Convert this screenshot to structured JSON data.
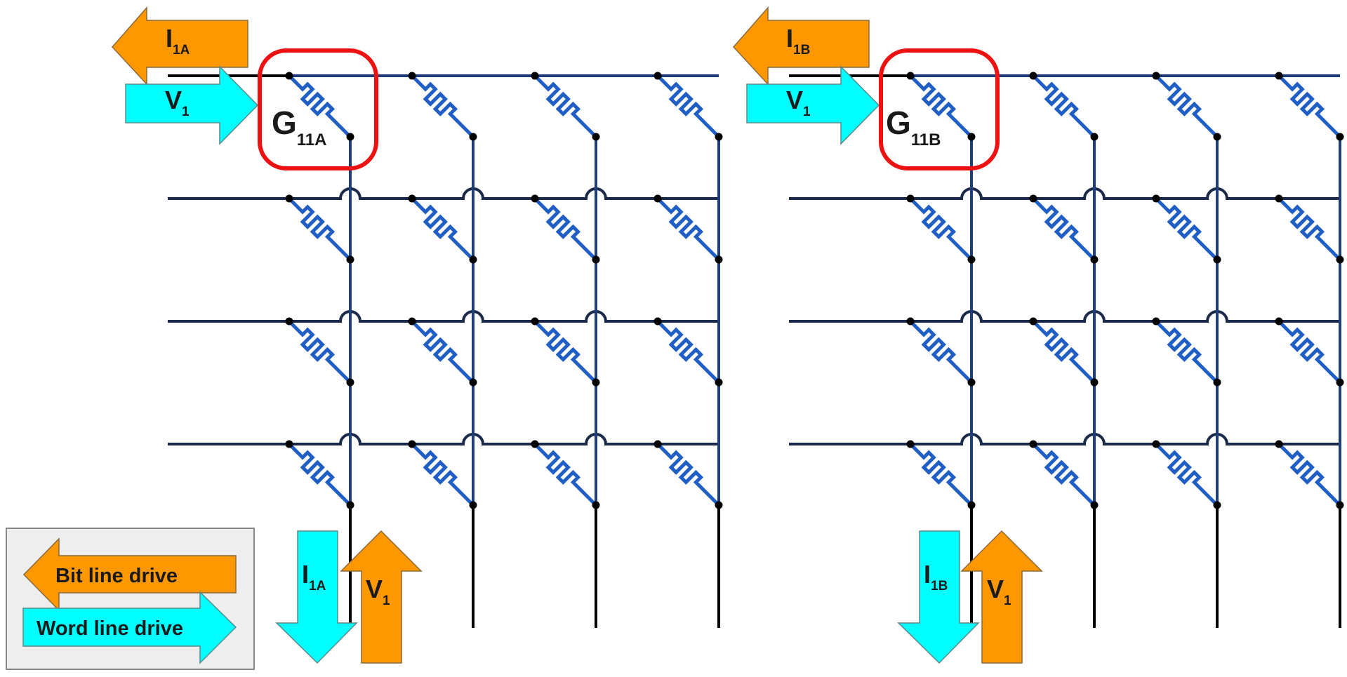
{
  "colors": {
    "word_line": "#000000",
    "bit_line": "#2a67c9",
    "resistor": "#1f5ec4",
    "node": "#000000",
    "highlight": "#ee1111",
    "bitline_drive_arrow": "#ff9800",
    "wordline_drive_arrow": "#00ffff",
    "legend_bg": "#eeeeee",
    "legend_border": "#888888"
  },
  "arrays": [
    {
      "id": "A",
      "row_drive": {
        "current_main": "I",
        "current_sub": "1A",
        "voltage_main": "V",
        "voltage_sub": "1"
      },
      "highlight": {
        "main": "G",
        "sub": "11A"
      },
      "column_drive": {
        "current_main": "I",
        "current_sub": "1A",
        "voltage_main": "V",
        "voltage_sub": "1"
      }
    },
    {
      "id": "B",
      "row_drive": {
        "current_main": "I",
        "current_sub": "1B",
        "voltage_main": "V",
        "voltage_sub": "1"
      },
      "highlight": {
        "main": "G",
        "sub": "11B"
      },
      "column_drive": {
        "current_main": "I",
        "current_sub": "1B",
        "voltage_main": "V",
        "voltage_sub": "1"
      }
    }
  ],
  "legend": {
    "bit_line_drive": "Bit line drive",
    "word_line_drive": "Word line drive"
  }
}
